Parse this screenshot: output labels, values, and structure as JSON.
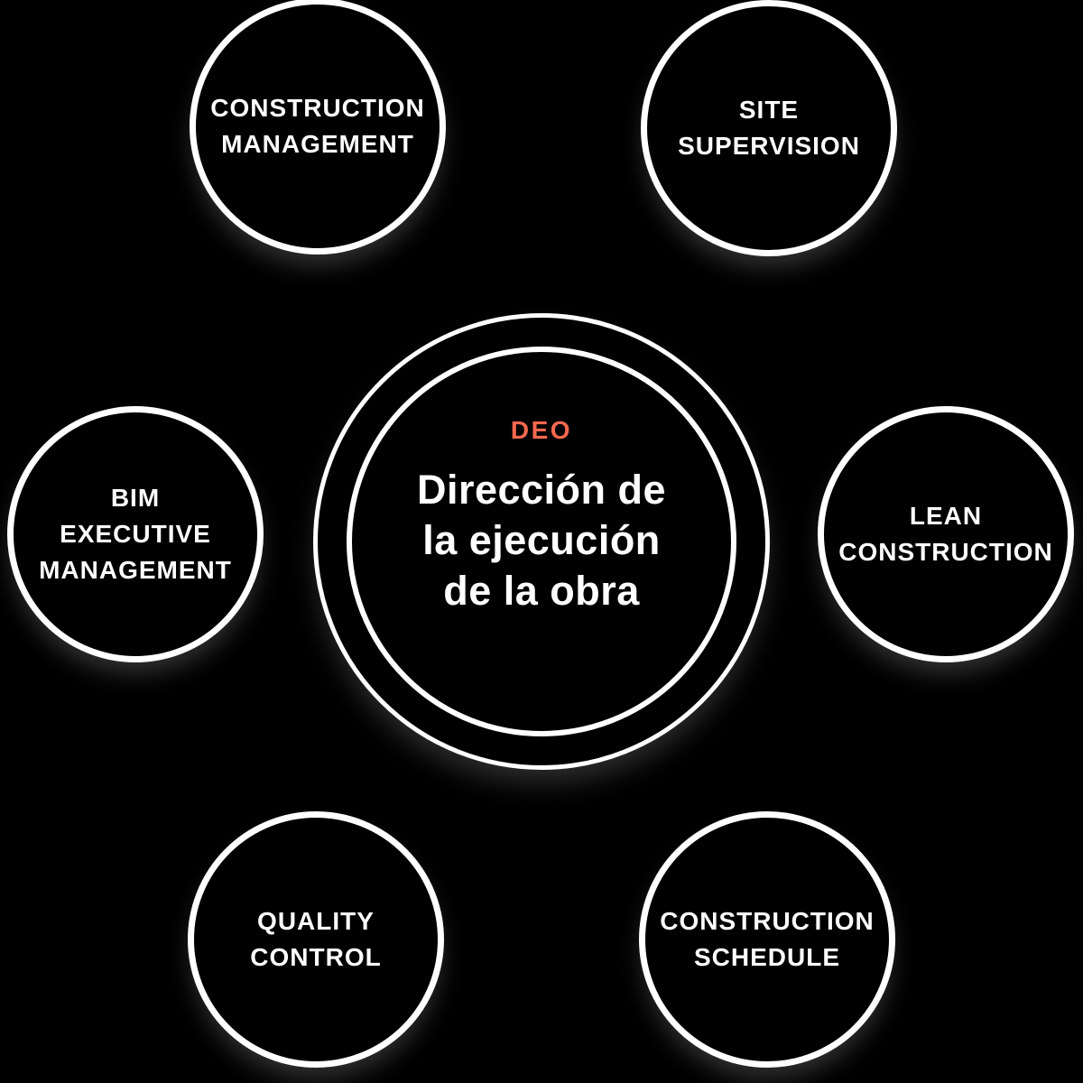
{
  "colors": {
    "background": "#000000",
    "circle_border": "#FFFFFF",
    "text": "#FFFFFF",
    "accent": "#FA6950"
  },
  "center": {
    "tag": "DEO",
    "title": "Dirección de la ejecución de la obra",
    "title_lines": [
      "Dirección de",
      "la ejecución",
      "de la obra"
    ]
  },
  "satellites": [
    {
      "id": "construction-management",
      "label": "CONSTRUCTION MANAGEMENT",
      "lines": [
        "CONSTRUCTION",
        "MANAGEMENT"
      ]
    },
    {
      "id": "site-supervision",
      "label": "SITE SUPERVISION",
      "lines": [
        "SITE",
        "SUPERVISION"
      ]
    },
    {
      "id": "bim-executive-management",
      "label": "BIM EXECUTIVE MANAGEMENT",
      "lines": [
        "BIM",
        "EXECUTIVE",
        "MANAGEMENT"
      ]
    },
    {
      "id": "lean-construction",
      "label": "LEAN CONSTRUCTION",
      "lines": [
        "LEAN",
        "CONSTRUCTION"
      ]
    },
    {
      "id": "quality-control",
      "label": "QUALITY CONTROL",
      "lines": [
        "QUALITY",
        "CONTROL"
      ]
    },
    {
      "id": "construction-schedule",
      "label": "CONSTRUCTION SCHEDULE",
      "lines": [
        "CONSTRUCTION",
        "SCHEDULE"
      ]
    }
  ]
}
